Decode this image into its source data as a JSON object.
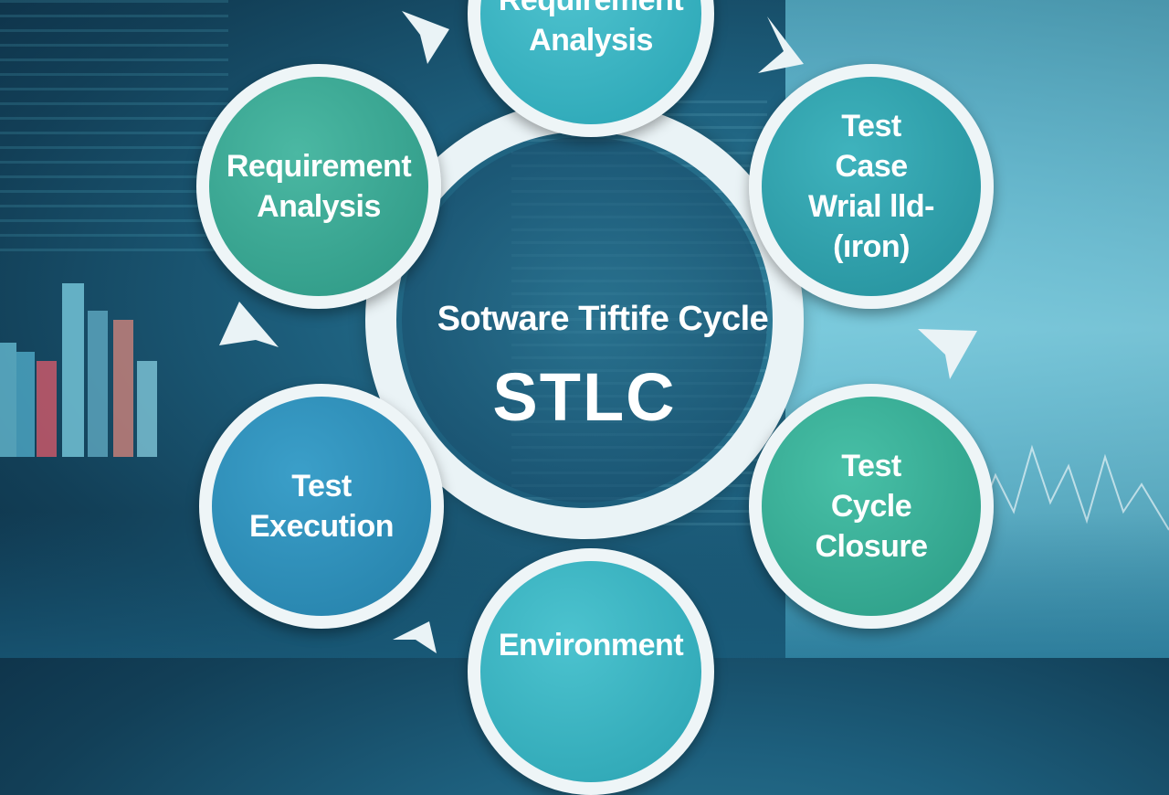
{
  "diagram": {
    "center_title": "Sotware Tiftife Cycle",
    "center_abbr": "STLC",
    "nodes": {
      "top": [
        "Requirement",
        "Analysis"
      ],
      "top_left": [
        "Requirement",
        "Analysis"
      ],
      "right": [
        "Test",
        "Case",
        "Wrial lld-",
        "(ıron)"
      ],
      "bottom_left": [
        "Test",
        "Execution"
      ],
      "bottom_right": [
        "Test",
        "Cycle",
        "Closure"
      ],
      "bottom": [
        "Environment"
      ]
    }
  },
  "colors": {
    "ring": "#eaf3f6",
    "node_teal": "#27a3b3",
    "node_green": "#2c9683",
    "node_blue": "#247fa8",
    "text": "#ffffff"
  }
}
